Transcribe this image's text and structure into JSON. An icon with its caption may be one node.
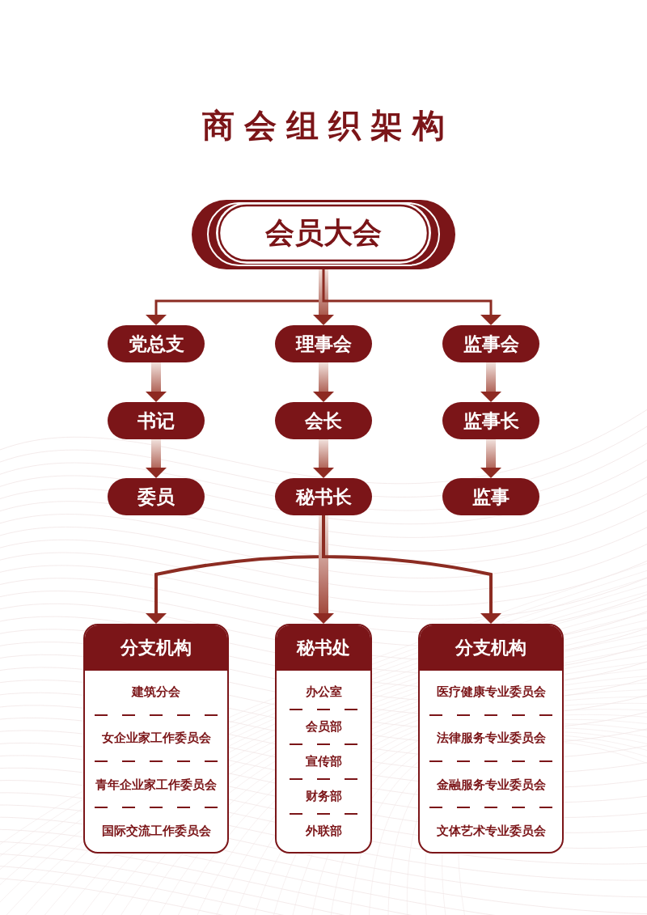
{
  "diagram": {
    "title": "商会组织架构",
    "nodes": [
      {
        "text": [
          "会员大会"
        ]
      },
      {
        "text": [
          "党总支"
        ]
      },
      {
        "text": [
          "理事会"
        ]
      },
      {
        "text": [
          "监事会"
        ]
      },
      {
        "text": [
          "书记"
        ]
      },
      {
        "text": [
          "会长"
        ]
      },
      {
        "text": [
          "监事长"
        ]
      },
      {
        "text": [
          "委员"
        ]
      },
      {
        "text": [
          "秘书长"
        ]
      },
      {
        "text": [
          "监事"
        ]
      },
      {
        "text": [
          "分支机构",
          "建筑分会",
          "女企业家工作委员会",
          "青年企业家工作委员会",
          "国际交流工作委员会"
        ]
      },
      {
        "text": [
          "秘书处",
          "办公室",
          "会员部",
          "宣传部",
          "财务部",
          "外联部"
        ]
      },
      {
        "text": [
          "分支机构",
          "医疗健康专业委员会",
          "法律服务专业委员会",
          "金融服务专业委员会",
          "文体艺术专业委员会"
        ]
      }
    ],
    "edges": [
      {
        "from": 0,
        "to": 1,
        "arrow": "to"
      },
      {
        "from": 0,
        "to": 2,
        "arrow": "to"
      },
      {
        "from": 0,
        "to": 3,
        "arrow": "to"
      },
      {
        "from": 1,
        "to": 4,
        "arrow": "to"
      },
      {
        "from": 4,
        "to": 7,
        "arrow": "to"
      },
      {
        "from": 2,
        "to": 5,
        "arrow": "to"
      },
      {
        "from": 5,
        "to": 8,
        "arrow": "to"
      },
      {
        "from": 3,
        "to": 6,
        "arrow": "to"
      },
      {
        "from": 6,
        "to": 9,
        "arrow": "to"
      },
      {
        "from": 8,
        "to": 10,
        "arrow": "to"
      },
      {
        "from": 8,
        "to": 11,
        "arrow": "to"
      },
      {
        "from": 8,
        "to": 12,
        "arrow": "to"
      }
    ]
  }
}
